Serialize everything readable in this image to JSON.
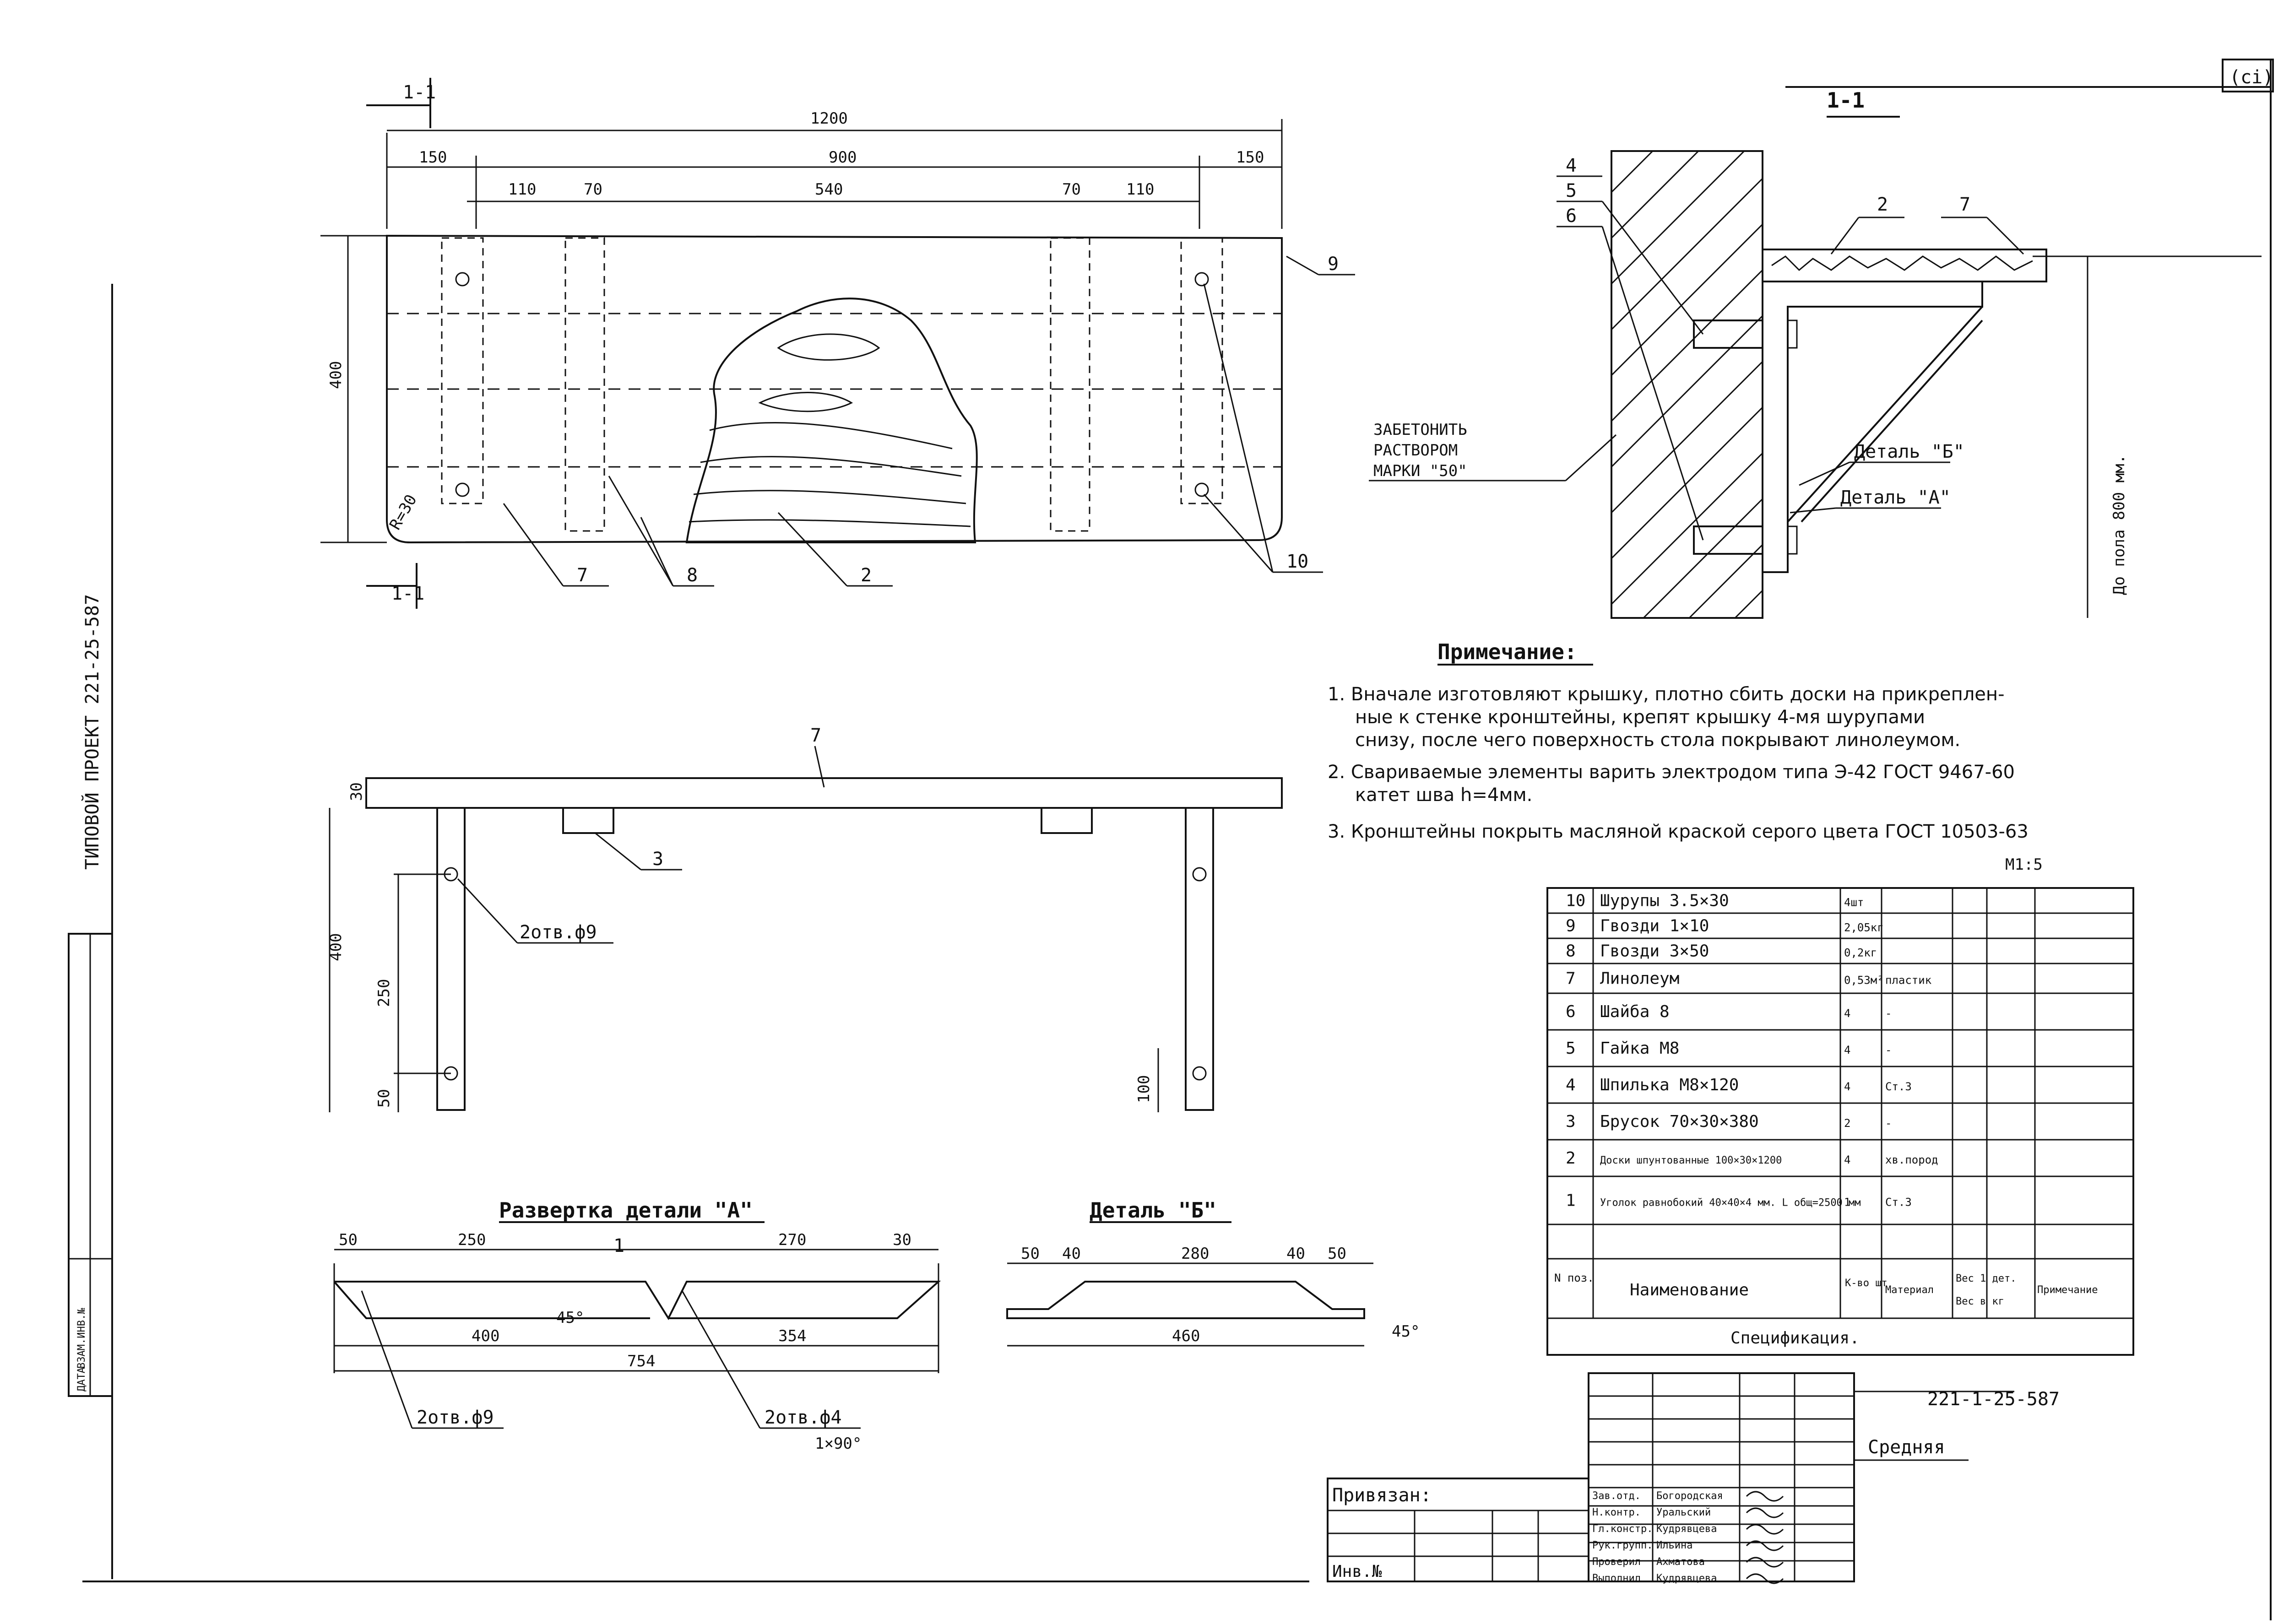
{
  "sheet": {
    "corner_tag": "(сi)",
    "side_label": "ТИПОВОЙ ПРОЕКТ 221-25-587",
    "stamp_cols": [
      "ДАТА",
      "ВЗАМ.ИНВ.№"
    ],
    "drawing_code": "221-1-25-587",
    "scale": "М1:5"
  },
  "plan": {
    "section_mark": "1-1",
    "dims_top": {
      "overall": "1200",
      "left": "150",
      "mid": "900",
      "right": "150"
    },
    "dims_inner": [
      "110",
      "70",
      "540",
      "70",
      "110"
    ],
    "height": "400",
    "radius": "R=30",
    "callouts": [
      "7",
      "8",
      "2",
      "9",
      "10"
    ]
  },
  "elevation": {
    "board_thickness": "30",
    "height": "400",
    "d250": "250",
    "d50": "50",
    "d100": "100",
    "holes": "2отв.ф9",
    "callouts": [
      "7",
      "3"
    ]
  },
  "detail_a": {
    "title": "Развертка детали \"А\"",
    "dims_top": [
      "50",
      "250",
      "270",
      "30"
    ],
    "dims_bottom": [
      "400",
      "354"
    ],
    "total": "754",
    "angle": "45°",
    "callout": "1",
    "hole_left": "2отв.ф9",
    "hole_right": "2отв.ф4",
    "hole_right_sub": "1×90°"
  },
  "detail_b": {
    "title": "Деталь \"Б\"",
    "dims_top": [
      "50",
      "40",
      "280",
      "40",
      "50"
    ],
    "total": "460",
    "angle": "45°"
  },
  "section": {
    "title": "1-1",
    "callouts_left": [
      "4",
      "5",
      "6"
    ],
    "callouts_top": [
      "2",
      "7"
    ],
    "concrete_label": [
      "ЗАБЕТОНИТЬ",
      "РАСТВОРОМ",
      "МАРКИ \"50\""
    ],
    "detail_b_ref": "Деталь \"Б\"",
    "detail_a_ref": "Деталь \"А\"",
    "floor_height": "До пола 800 мм."
  },
  "notes": {
    "title": "Примечание:",
    "lines": [
      "1. Вначале изготовляют крышку, плотно сбить доски на прикреплен-",
      "ные к стенке кронштейны, крепят крышку 4-мя шурупами",
      "снизу, после чего поверхность стола покрывают линолеумом.",
      "2. Свариваемые элементы варить электродом типа Э-42 ГОСТ 9467-60",
      "катет шва h=4мм.",
      "3. Кронштейны покрыть масляной краской серого цвета ГОСТ 10503-63"
    ]
  },
  "spec": {
    "title": "Спецификация.",
    "header": [
      "N поз.",
      "Наименование",
      "К-во шт",
      "Материал",
      "Вес 1 дет.",
      "Вес в кг",
      "Примечание"
    ],
    "rows": [
      {
        "pos": "10",
        "name": "Шурупы 3.5×30",
        "qty": "4шт",
        "mat": ""
      },
      {
        "pos": "9",
        "name": "Гвозди 1×10",
        "qty": "2,05кг",
        "mat": ""
      },
      {
        "pos": "8",
        "name": "Гвозди 3×50",
        "qty": "0,2кг",
        "mat": ""
      },
      {
        "pos": "7",
        "name": "Линолеум",
        "qty": "0,53м²",
        "mat": "пластик"
      },
      {
        "pos": "6",
        "name": "Шайба 8",
        "qty": "4",
        "mat": "-"
      },
      {
        "pos": "5",
        "name": "Гайка М8",
        "qty": "4",
        "mat": "-"
      },
      {
        "pos": "4",
        "name": "Шпилька М8×120",
        "qty": "4",
        "mat": "Ст.3"
      },
      {
        "pos": "3",
        "name": "Брусок 70×30×380",
        "qty": "2",
        "mat": "-"
      },
      {
        "pos": "2",
        "name": "Доски шпунтованные 100×30×1200",
        "qty": "4",
        "mat": "хв.пород"
      },
      {
        "pos": "1",
        "name": "Уголок равнобокий 40×40×4 мм. L общ=2500 мм",
        "qty": "1",
        "mat": "Ст.3"
      }
    ]
  },
  "title_block": {
    "bound_label": "Привязан:",
    "inv_label": "Инв.№",
    "item": "Средняя",
    "roles": [
      "Зав.отд.",
      "Н.контр.",
      "Гл.констр.",
      "Рук.групп.",
      "Проверил",
      "Выполнил"
    ],
    "names": [
      "Богородская",
      "Уральский",
      "Кудрявцева",
      "Ильина",
      "Ахматова",
      "Кудрявцева"
    ]
  }
}
